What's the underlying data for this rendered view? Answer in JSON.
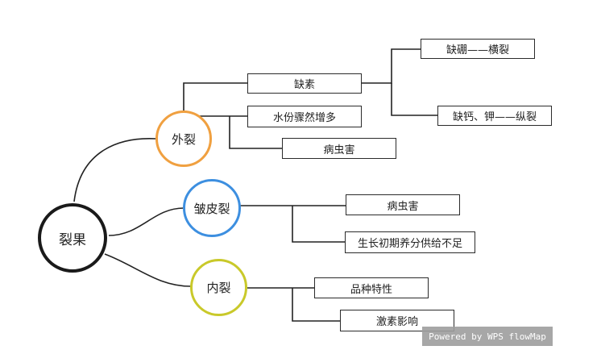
{
  "root": {
    "label": "裂果"
  },
  "branches": [
    {
      "id": "outer",
      "label": "外裂",
      "color": "#f0a040"
    },
    {
      "id": "wrinkle",
      "label": "皱皮裂",
      "color": "#3d8fe0"
    },
    {
      "id": "inner",
      "label": "内裂",
      "color": "#c9c92a"
    }
  ],
  "leaves": {
    "lack_elements": "缺素",
    "lack_boron": "缺硼——横裂",
    "lack_ca_k": "缺钙、钾——纵裂",
    "water_surge": "水份骤然增多",
    "pest_outer": "病虫害",
    "pest_wrinkle": "病虫害",
    "early_nutrition": "生长初期养分供给不足",
    "variety": "品种特性",
    "hormone": "激素影响"
  },
  "watermark": "Powered by WPS flowMap"
}
